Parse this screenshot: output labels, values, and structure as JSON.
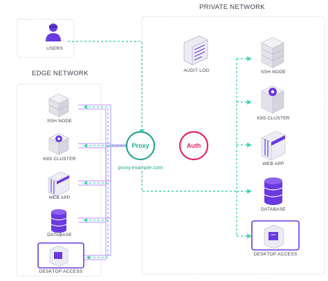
{
  "regions": {
    "private_title": "PRIVATE NETWORK",
    "edge_title": "EDGE NETWORK"
  },
  "nodes": {
    "users": "USERS",
    "audit_log": "AUDIT LOG",
    "proxy": "Proxy",
    "proxy_url": "proxy.example.com",
    "auth": "Auth",
    "private": {
      "ssh": "SSH NODE",
      "k8s": "K8S CLUSTER",
      "web": "WEB APP",
      "db": "DATABASE",
      "desktop": "DESKTOP ACCESS"
    },
    "edge": {
      "ssh": "SSH NODE",
      "k8s": "K8S CLUSTER",
      "web": "WEB APP",
      "db": "DATABASE",
      "desktop": "DESKTOP ACCESS"
    }
  },
  "colors": {
    "teal_dashed": "#3ed4b4",
    "purple_line": "#c9a8ff",
    "proxy_ring": "#2aa58e",
    "auth_ring": "#e0236b",
    "region_border": "#cfd3da",
    "user_purple": "#6a39e0"
  }
}
